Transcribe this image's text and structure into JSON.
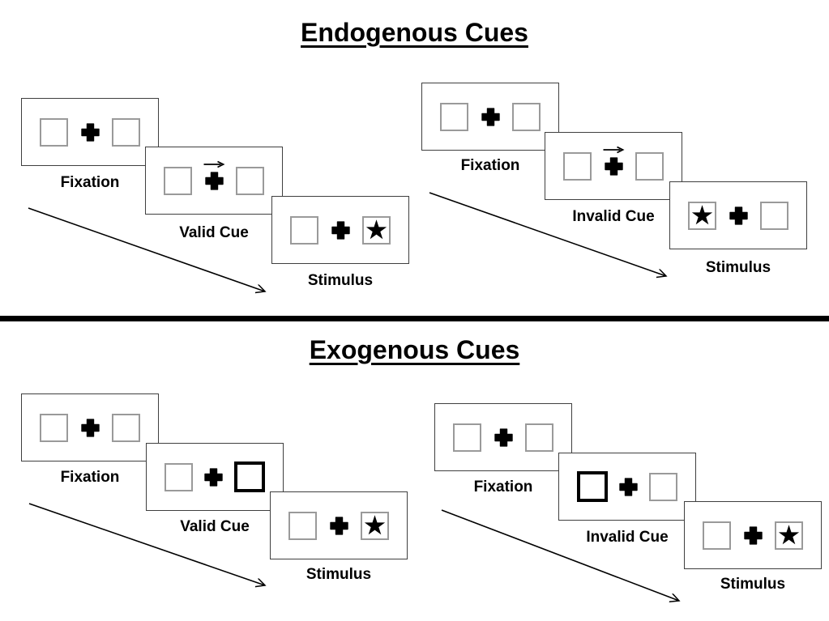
{
  "slide_title": "",
  "colors": {
    "background": "#ffffff",
    "panel_border": "#3f3f3f",
    "box_border": "#9a9a9a",
    "cue_box_border": "#000000",
    "ink": "#000000"
  },
  "icons": {
    "fixation_cross": "plus-cross",
    "cue_arrow": "right-arrow",
    "target_star": "filled-star",
    "timeline_arrow": "diagonal-right-down-arrow"
  },
  "sections": [
    {
      "title": "Endogenous Cues",
      "groups": [
        {
          "name": "valid-trial",
          "panels": [
            {
              "label": "Fixation",
              "kind": "fixation"
            },
            {
              "label": "Valid Cue",
              "kind": "arrow-cue",
              "cue_arrow_direction": "right"
            },
            {
              "label": "Stimulus",
              "kind": "stimulus",
              "star_side": "right"
            }
          ]
        },
        {
          "name": "invalid-trial",
          "panels": [
            {
              "label": "Fixation",
              "kind": "fixation"
            },
            {
              "label": "Invalid Cue",
              "kind": "arrow-cue",
              "cue_arrow_direction": "right"
            },
            {
              "label": "Stimulus",
              "kind": "stimulus",
              "star_side": "left"
            }
          ]
        }
      ]
    },
    {
      "title": "Exogenous Cues",
      "groups": [
        {
          "name": "valid-trial",
          "panels": [
            {
              "label": "Fixation",
              "kind": "fixation"
            },
            {
              "label": "Valid Cue",
              "kind": "box-cue",
              "highlighted_box": "right"
            },
            {
              "label": "Stimulus",
              "kind": "stimulus",
              "star_side": "right"
            }
          ]
        },
        {
          "name": "invalid-trial",
          "panels": [
            {
              "label": "Fixation",
              "kind": "fixation"
            },
            {
              "label": "Invalid Cue",
              "kind": "box-cue",
              "highlighted_box": "left"
            },
            {
              "label": "Stimulus",
              "kind": "stimulus",
              "star_side": "right"
            }
          ]
        }
      ]
    }
  ]
}
